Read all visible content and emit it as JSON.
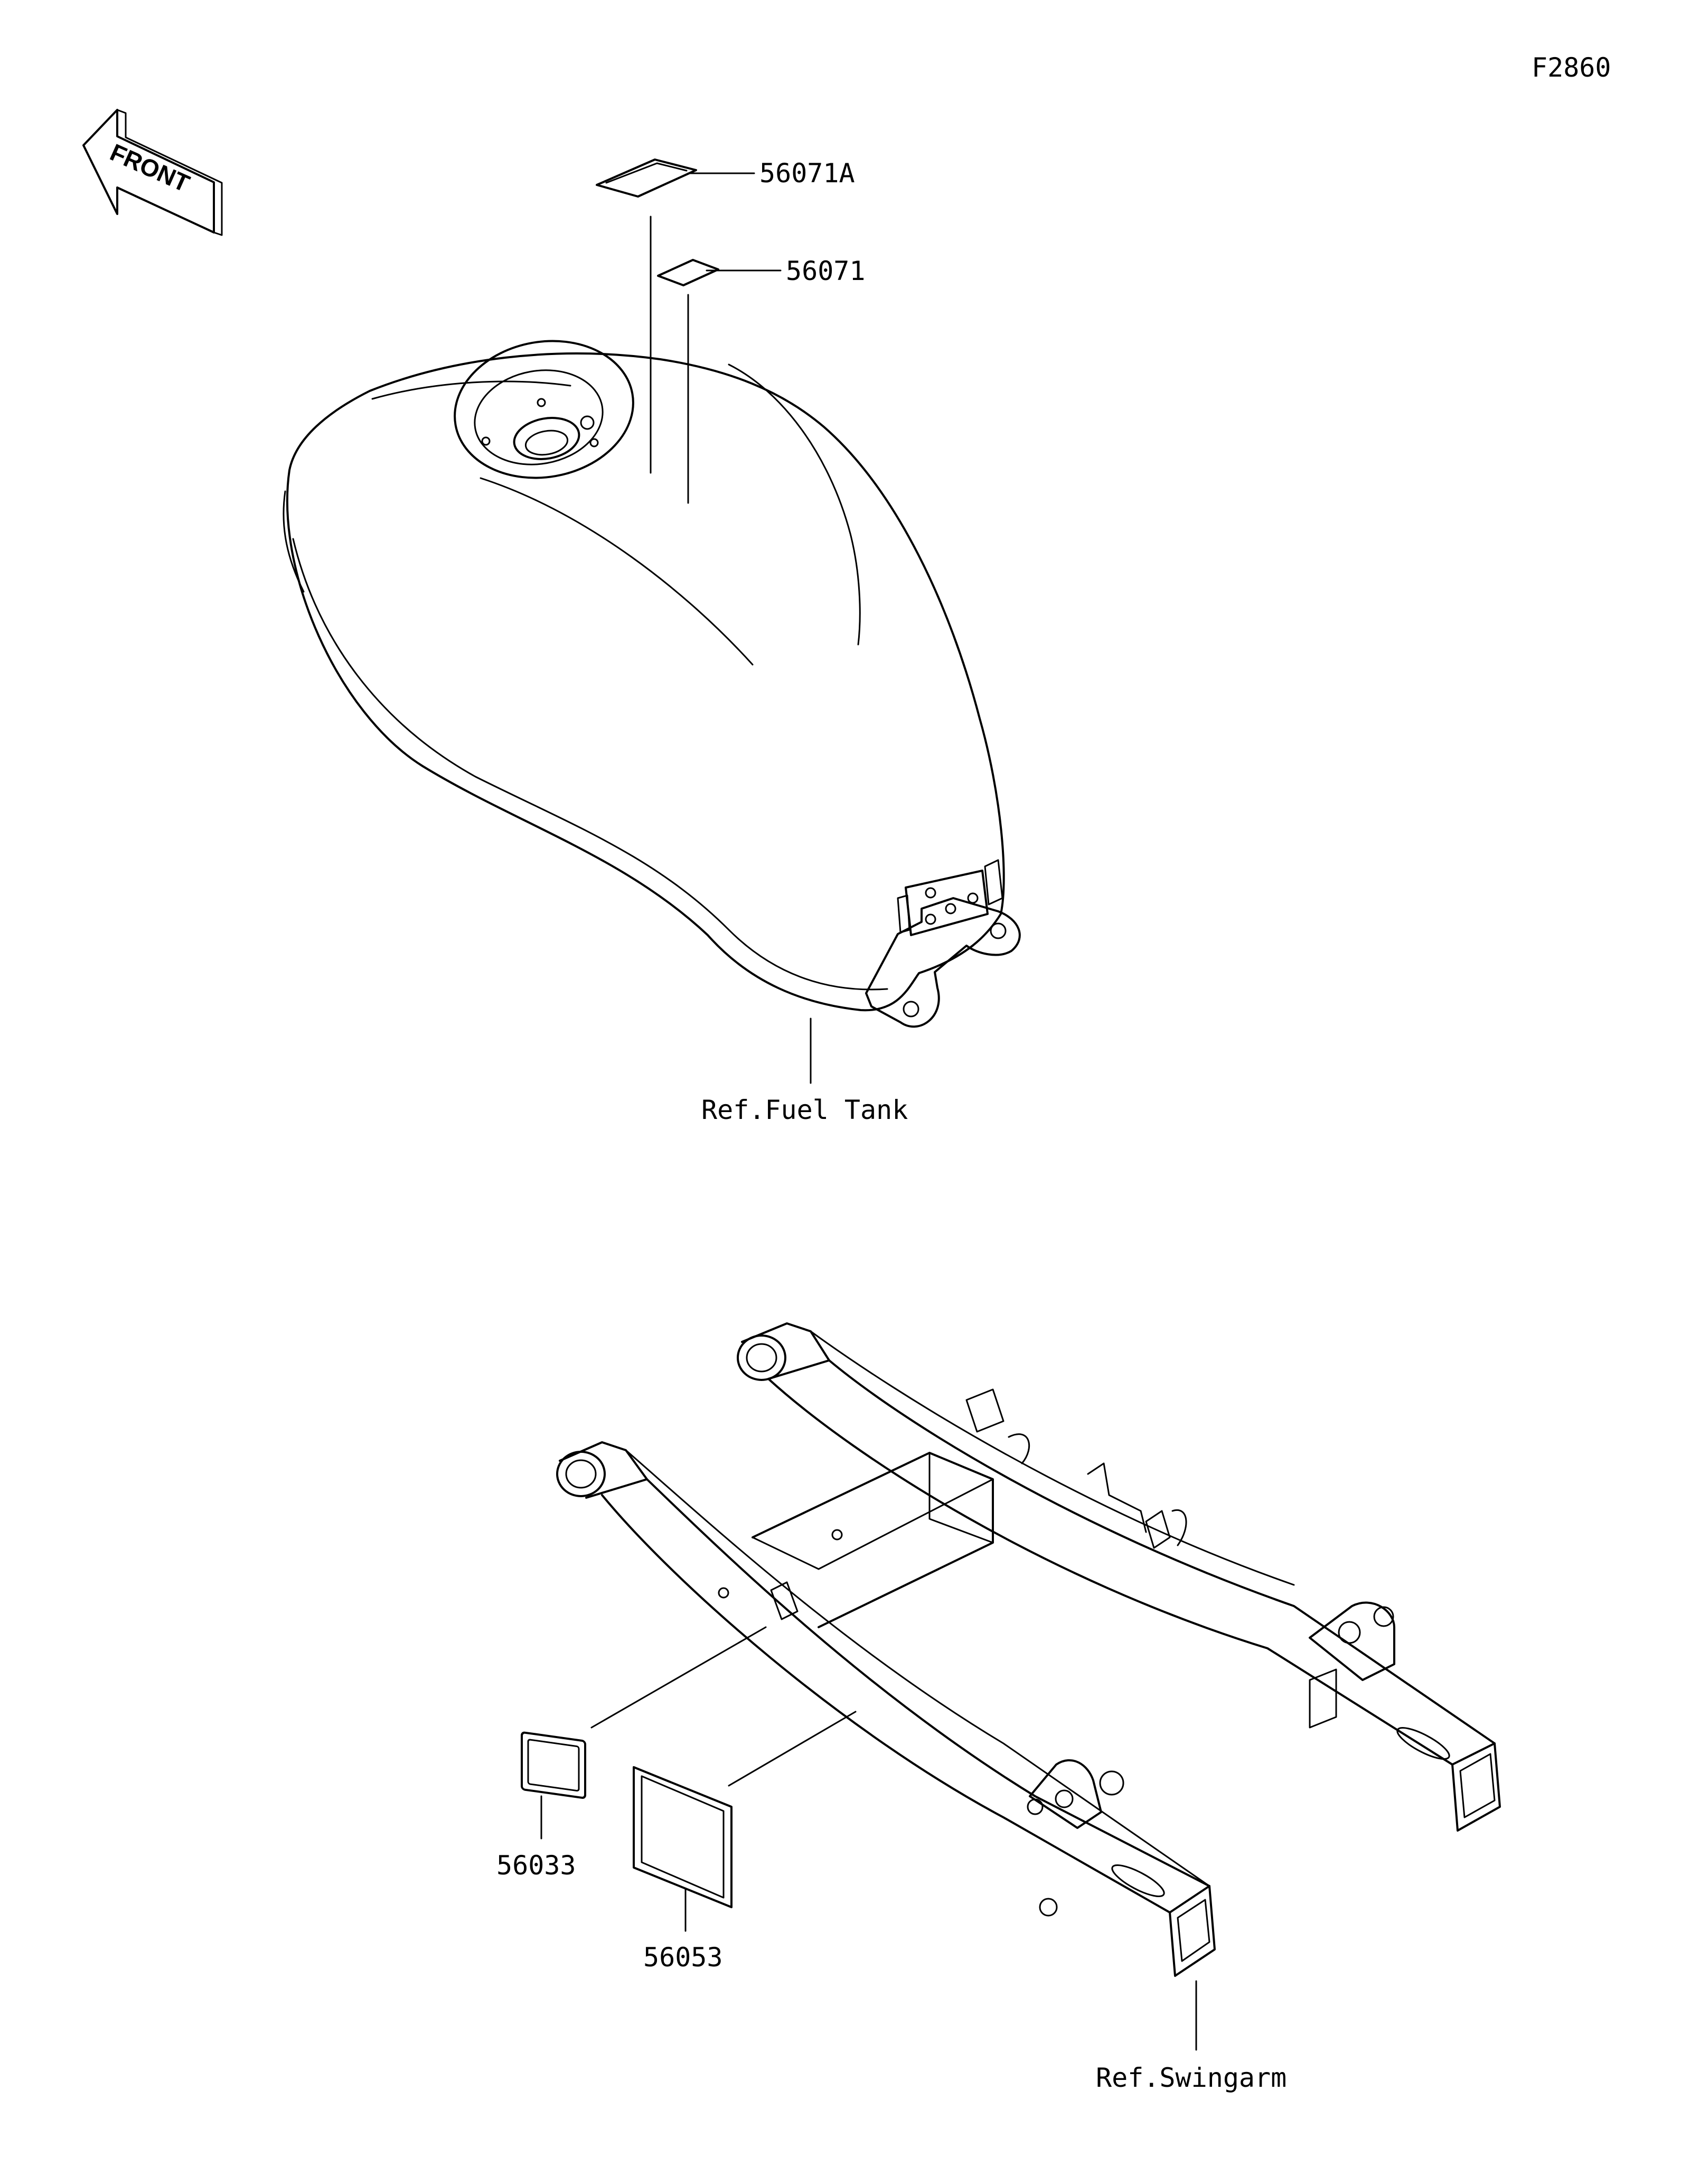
{
  "figure_code": "F2860",
  "front_label": "FRONT",
  "parts": {
    "p56071A": "56071A",
    "p56071": "56071",
    "p56033": "56033",
    "p56053": "56053"
  },
  "references": {
    "fuel_tank": "Ref.Fuel Tank",
    "swingarm": "Ref.Swingarm"
  }
}
